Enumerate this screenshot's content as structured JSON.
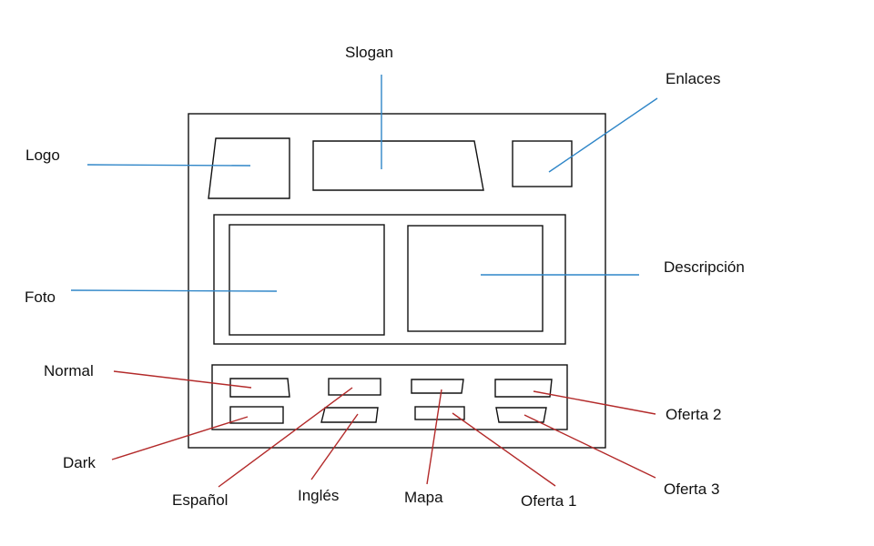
{
  "labels": {
    "slogan": "Slogan",
    "enlaces": "Enlaces",
    "logo": "Logo",
    "descripcion": "Descripción",
    "foto": "Foto",
    "normal": "Normal",
    "oferta2": "Oferta 2",
    "dark": "Dark",
    "oferta3": "Oferta 3",
    "espanol": "Español",
    "ingles": "Inglés",
    "mapa": "Mapa",
    "oferta1": "Oferta 1"
  },
  "colors": {
    "layout_leader": "#2f86c8",
    "control_leader": "#b32a2a",
    "outline": "#111111"
  }
}
